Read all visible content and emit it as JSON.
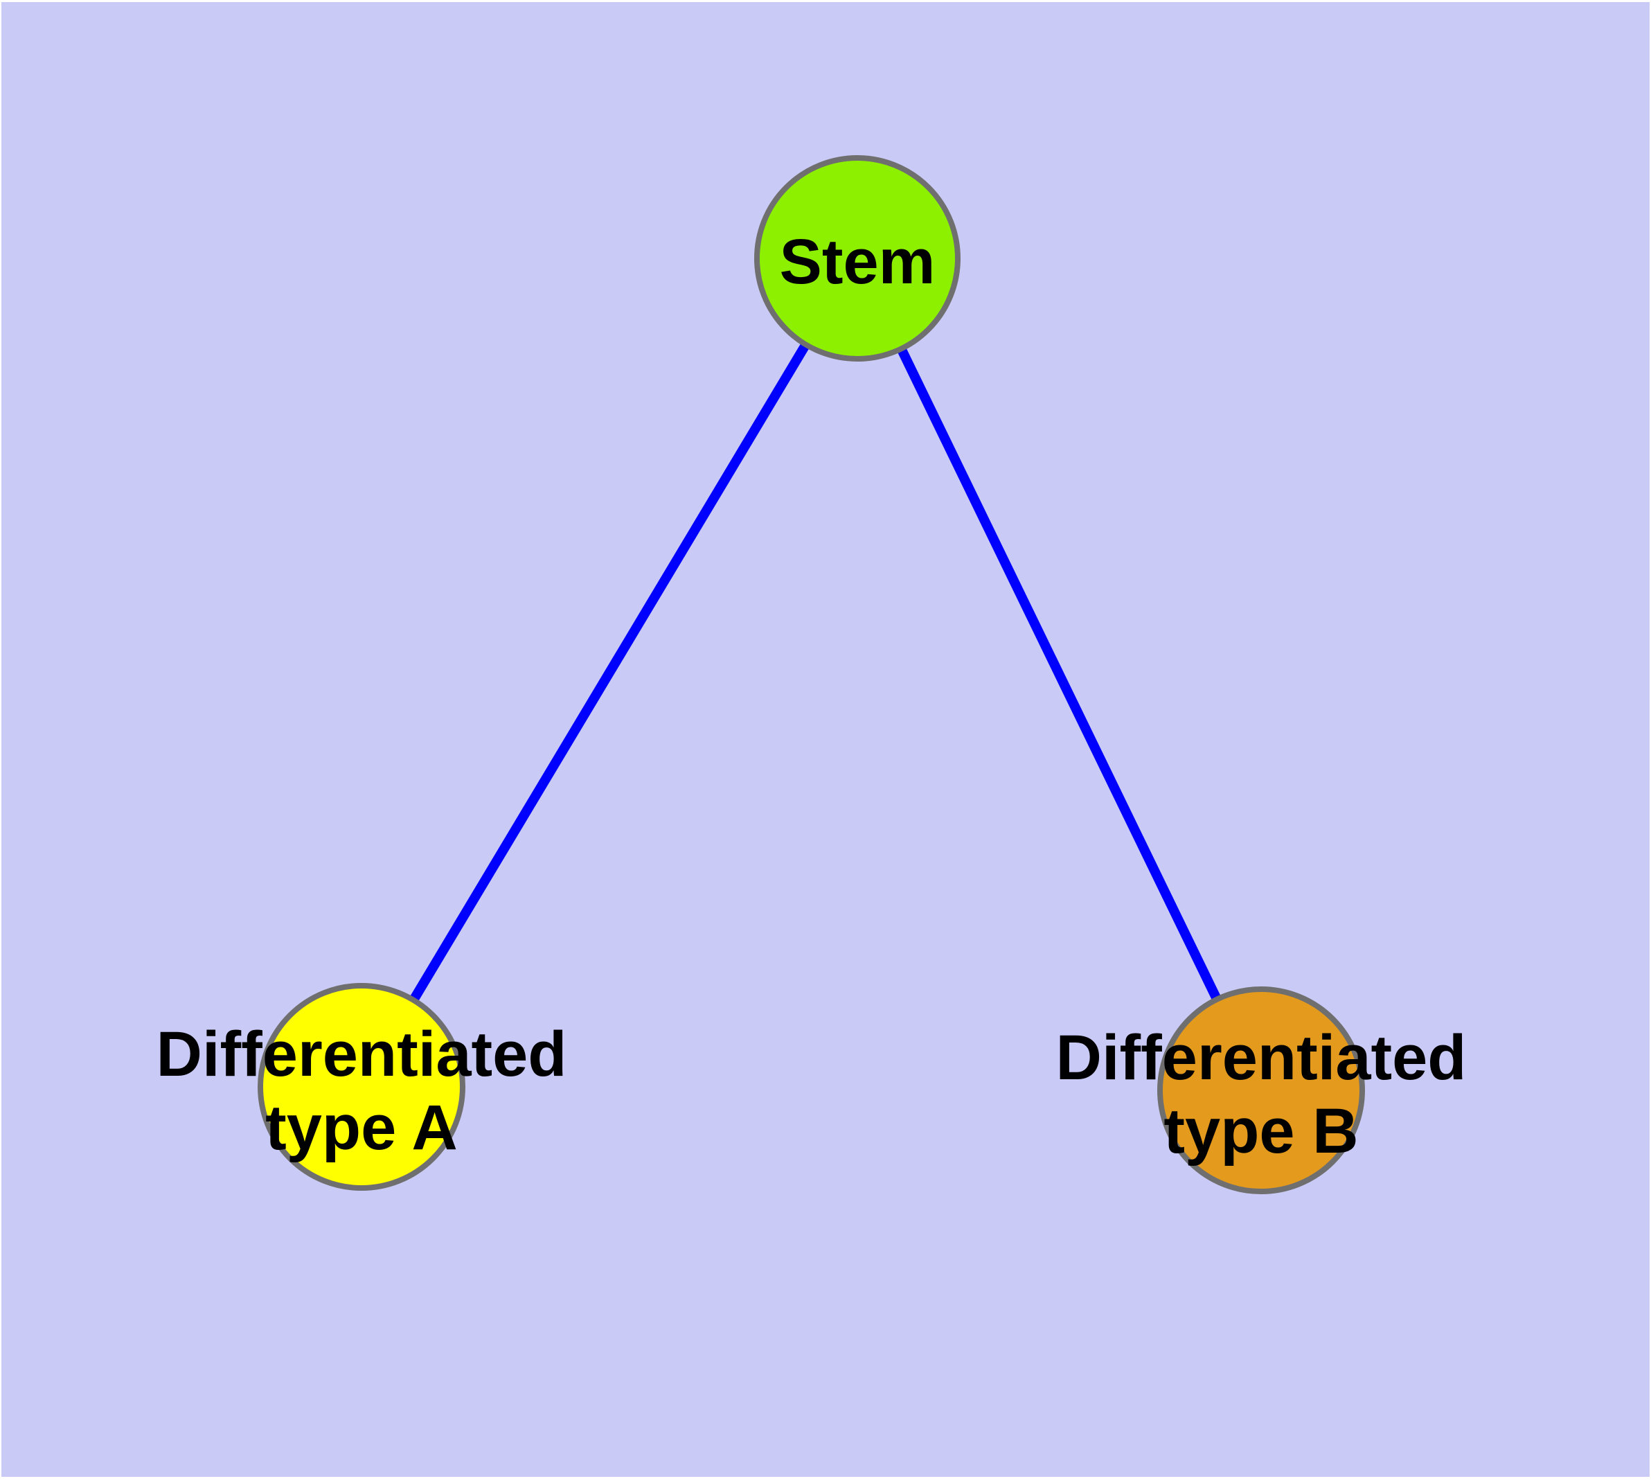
{
  "diagram": {
    "background_color": "#CACAF6",
    "node_border_color": "#6F6F6F",
    "text_color": "#000000",
    "nodes": [
      {
        "id": "stem",
        "label": "Stem",
        "fill": "#8CF000"
      },
      {
        "id": "type-a",
        "label": "Differentiated\ntype A",
        "fill": "#FFFF00"
      },
      {
        "id": "type-b",
        "label": "Differentiated\ntype B",
        "fill": "#E49A1C"
      }
    ],
    "edges": [
      {
        "from": "stem",
        "to": "type-a",
        "color": "#0000FF"
      },
      {
        "from": "stem",
        "to": "type-b",
        "color": "#0000FF"
      }
    ]
  }
}
